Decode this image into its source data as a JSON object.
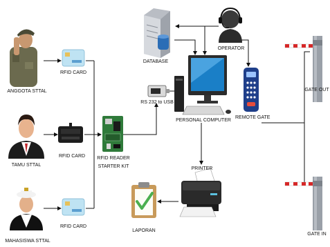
{
  "labels": {
    "anggota": "ANGGOTA STTAL",
    "tamu": "TAMU STTAL",
    "mahasiswa": "MAHASISWA STTAL",
    "rfid_card_1": "RFID CARD",
    "rfid_card_2": "RFID CARD",
    "rfid_card_3": "RFID CARD",
    "rfid_reader_line1": "RFID READER",
    "rfid_reader_line2": "STARTER KIT",
    "rs232": "RS 232 to USB",
    "database": "DATABASE",
    "operator": "OPERATOR",
    "personal_computer": "PERSONAL COMPUTER",
    "remote_gate": "REMOTE GATE",
    "printer": "PRINTER",
    "laporan": "LAPORAN",
    "gate_out": "GATE OUT",
    "gate_in": "GATE IN"
  },
  "colors": {
    "line": "#111111",
    "soldier": "#6b6a4e",
    "card": "#bfe3f3",
    "board": "#2f7a3a",
    "monitor": "#1a7fc7",
    "remote": "#1f3f8a",
    "gate_post": "#9aa0a8",
    "gate_arm_red": "#d62828"
  },
  "icons": {
    "anggota": "soldier-icon",
    "tamu": "guest-icon",
    "mahasiswa": "student-icon",
    "card": "rfid-card-icon",
    "reader": "rfid-reader-icon",
    "board": "circuit-board-icon",
    "rs232": "usb-adapter-icon",
    "database": "database-server-icon",
    "operator": "operator-headset-icon",
    "computer": "computer-icon",
    "remote": "remote-control-icon",
    "printer": "printer-icon",
    "laporan": "clipboard-report-icon",
    "gate": "boom-gate-icon"
  }
}
